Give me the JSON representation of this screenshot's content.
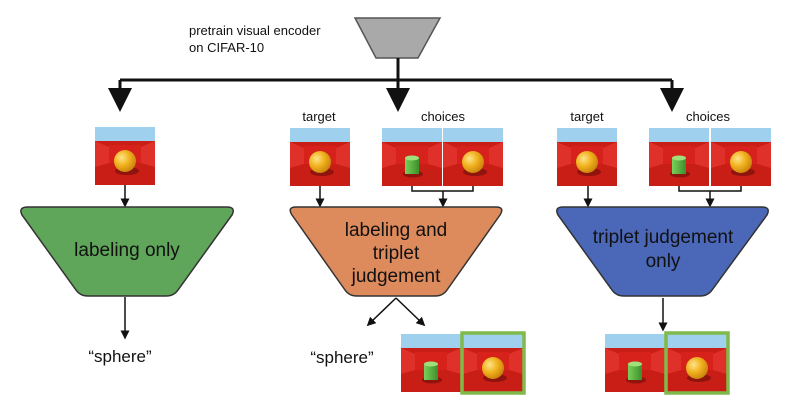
{
  "encoder": {
    "caption_line1": "pretrain visual encoder",
    "caption_line2": "on CIFAR-10"
  },
  "left": {
    "box_label": "labeling only",
    "output_label": "“sphere”"
  },
  "middle": {
    "target_label": "target",
    "choices_label": "choices",
    "box_line1": "labeling and",
    "box_line2": "triplet",
    "box_line3": "judgement",
    "output_label": "“sphere”"
  },
  "right": {
    "target_label": "target",
    "choices_label": "choices",
    "box_line1": "triplet judgement",
    "box_line2": "only"
  },
  "colors": {
    "encoder_fill": "#a9a9a9",
    "left_box_fill": "#5fa55a",
    "middle_box_fill": "#dd8a5c",
    "right_box_fill": "#4a67b8",
    "scene_sky": "#9fd0ee",
    "scene_wall": "#d7221b",
    "scene_floor": "#c81e16",
    "sphere": "#f1b21e",
    "cylinder": "#5cb33c",
    "selection_border": "#7fba4a"
  }
}
